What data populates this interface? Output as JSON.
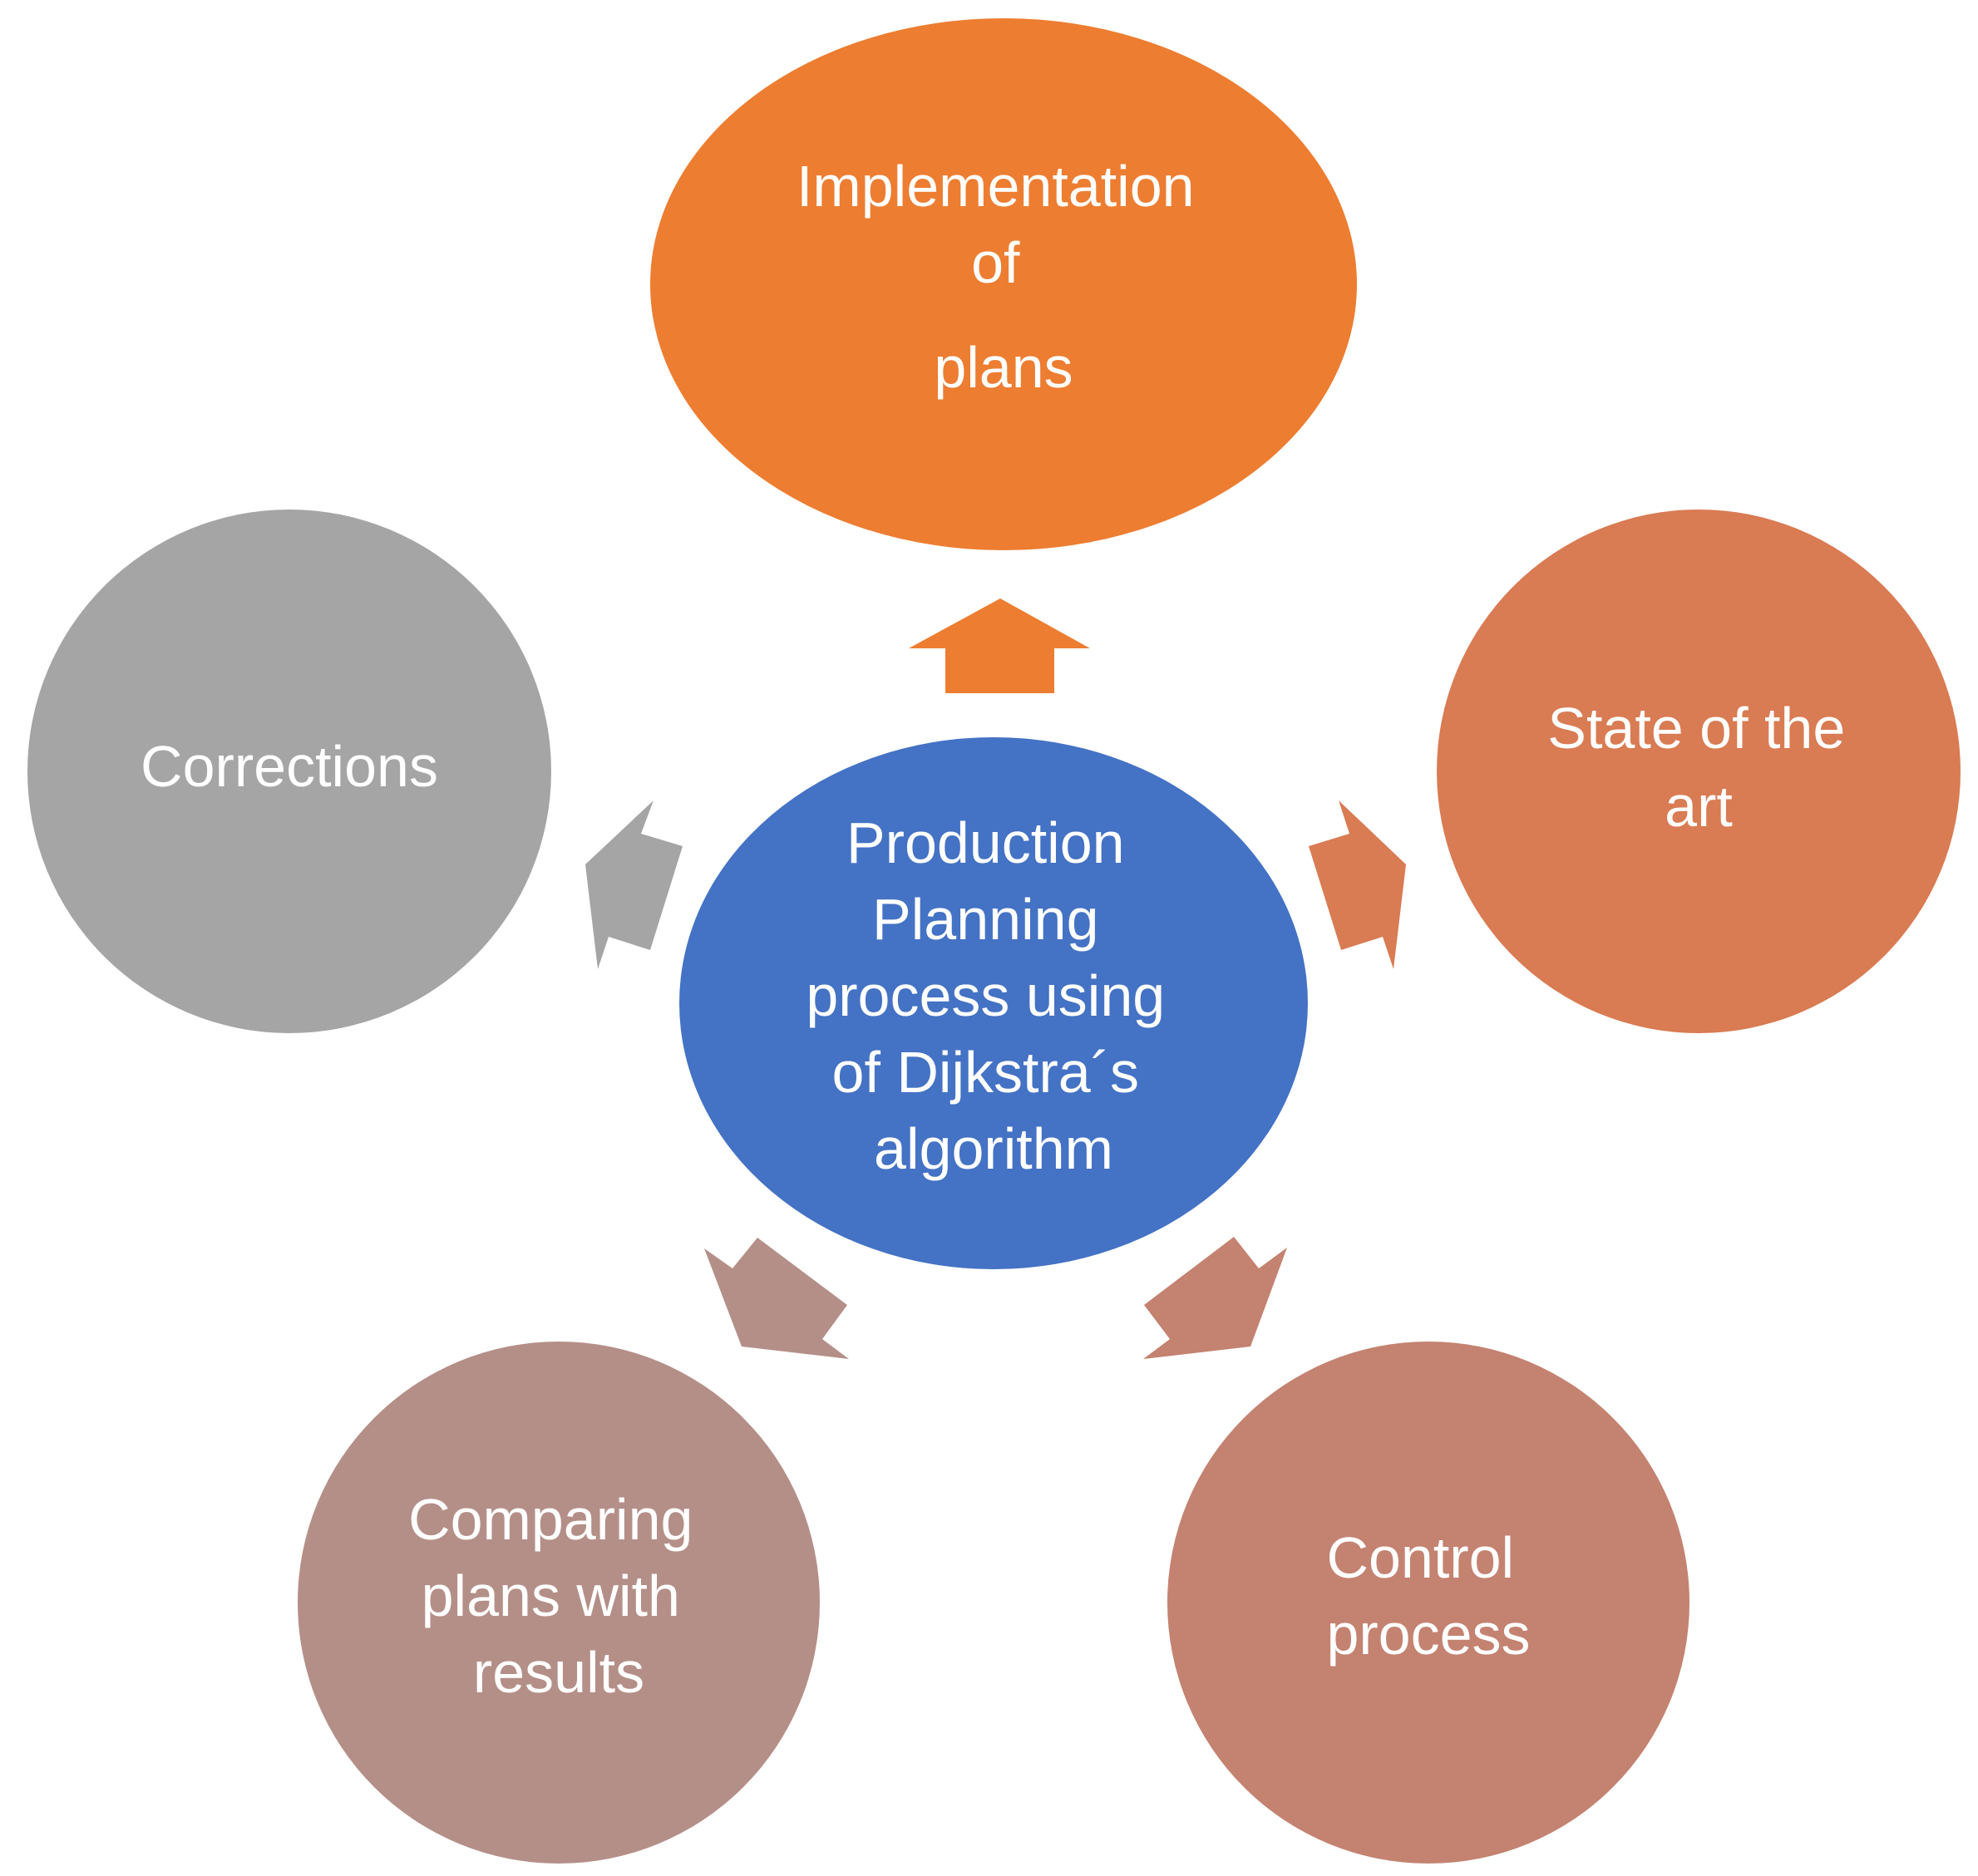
{
  "colors": {
    "center": "#4472C4",
    "implementation": "#ED7D31",
    "state": "#D97B53",
    "control": "#C48271",
    "comparing": "#B48F88",
    "corrections": "#A5A5A5",
    "label_text": "#FFFFFF"
  },
  "center": {
    "lines": [
      "Production",
      "Planning",
      "process using",
      "of Dijkstra´s",
      "algorithm"
    ]
  },
  "nodes": {
    "implementation": {
      "lines": [
        "Implementation",
        "of",
        "plans"
      ]
    },
    "state": {
      "lines": [
        "State of the",
        "art"
      ]
    },
    "control": {
      "lines": [
        "Control",
        "process"
      ]
    },
    "comparing": {
      "lines": [
        "Comparing",
        "plans with",
        "results"
      ]
    },
    "corrections": {
      "lines": [
        "Corrections"
      ]
    }
  }
}
